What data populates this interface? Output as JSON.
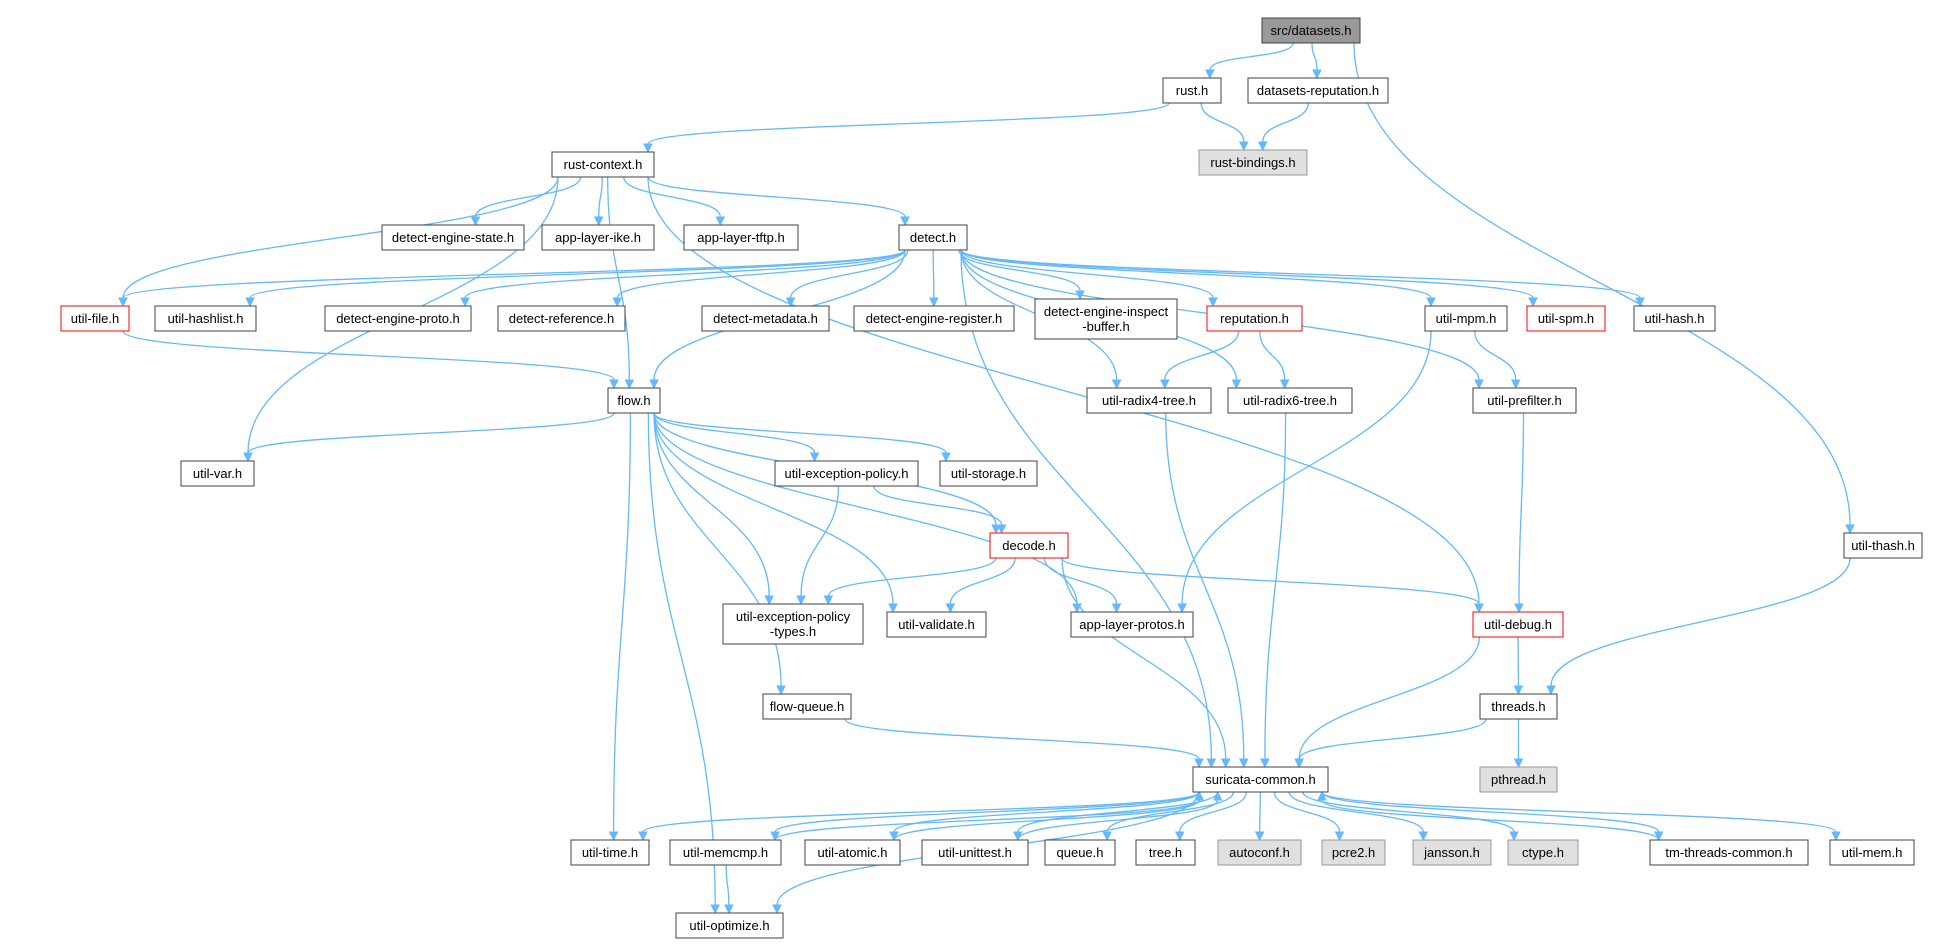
{
  "colors": {
    "edge": "#63b8ff",
    "node_fill": "#ffffff",
    "node_border": "#404040",
    "root_fill": "#999999",
    "truncated_border": "#ff0000",
    "external_fill": "#e0e0e0",
    "external_border": "#999999"
  },
  "graph": {
    "nodes": {
      "datasets": {
        "label": "src/datasets.h",
        "style": "root"
      },
      "rust": {
        "label": "rust.h",
        "style": "normal"
      },
      "dsrep": {
        "label": "datasets-reputation.h",
        "style": "normal"
      },
      "rustb": {
        "label": "rust-bindings.h",
        "style": "external"
      },
      "rustctx": {
        "label": "rust-context.h",
        "style": "normal"
      },
      "des": {
        "label": "detect-engine-state.h",
        "style": "normal"
      },
      "ike": {
        "label": "app-layer-ike.h",
        "style": "normal"
      },
      "tftp": {
        "label": "app-layer-tftp.h",
        "style": "normal"
      },
      "detect": {
        "label": "detect.h",
        "style": "normal"
      },
      "ufile": {
        "label": "util-file.h",
        "style": "truncated"
      },
      "uhashlist": {
        "label": "util-hashlist.h",
        "style": "normal"
      },
      "deproto": {
        "label": "detect-engine-proto.h",
        "style": "normal"
      },
      "dref": {
        "label": "detect-reference.h",
        "style": "normal"
      },
      "dmeta": {
        "label": "detect-metadata.h",
        "style": "normal"
      },
      "dreg": {
        "label": "detect-engine-register.h",
        "style": "normal"
      },
      "dinsp": {
        "label": "detect-engine-inspect\n-buffer.h",
        "style": "normal"
      },
      "repu": {
        "label": "reputation.h",
        "style": "truncated"
      },
      "umpm": {
        "label": "util-mpm.h",
        "style": "normal"
      },
      "uspm": {
        "label": "util-spm.h",
        "style": "truncated"
      },
      "uhash": {
        "label": "util-hash.h",
        "style": "normal"
      },
      "flow": {
        "label": "flow.h",
        "style": "normal"
      },
      "r4": {
        "label": "util-radix4-tree.h",
        "style": "normal"
      },
      "r6": {
        "label": "util-radix6-tree.h",
        "style": "normal"
      },
      "upref": {
        "label": "util-prefilter.h",
        "style": "normal"
      },
      "uvar": {
        "label": "util-var.h",
        "style": "normal"
      },
      "uexc": {
        "label": "util-exception-policy.h",
        "style": "normal"
      },
      "ustor": {
        "label": "util-storage.h",
        "style": "normal"
      },
      "decode": {
        "label": "decode.h",
        "style": "truncated"
      },
      "uthash": {
        "label": "util-thash.h",
        "style": "normal"
      },
      "uexct": {
        "label": "util-exception-policy\n-types.h",
        "style": "normal"
      },
      "uval": {
        "label": "util-validate.h",
        "style": "normal"
      },
      "alp": {
        "label": "app-layer-protos.h",
        "style": "normal"
      },
      "udebug": {
        "label": "util-debug.h",
        "style": "truncated"
      },
      "fq": {
        "label": "flow-queue.h",
        "style": "normal"
      },
      "threads": {
        "label": "threads.h",
        "style": "normal"
      },
      "sc": {
        "label": "suricata-common.h",
        "style": "normal"
      },
      "pthread": {
        "label": "pthread.h",
        "style": "external"
      },
      "utime": {
        "label": "util-time.h",
        "style": "normal"
      },
      "umemcmp": {
        "label": "util-memcmp.h",
        "style": "normal"
      },
      "uatomic": {
        "label": "util-atomic.h",
        "style": "normal"
      },
      "uunit": {
        "label": "util-unittest.h",
        "style": "normal"
      },
      "queue": {
        "label": "queue.h",
        "style": "normal"
      },
      "tree": {
        "label": "tree.h",
        "style": "normal"
      },
      "autoconf": {
        "label": "autoconf.h",
        "style": "external"
      },
      "pcre2": {
        "label": "pcre2.h",
        "style": "external"
      },
      "jansson": {
        "label": "jansson.h",
        "style": "external"
      },
      "ctype": {
        "label": "ctype.h",
        "style": "external"
      },
      "tmtc": {
        "label": "tm-threads-common.h",
        "style": "normal"
      },
      "umem": {
        "label": "util-mem.h",
        "style": "normal"
      },
      "uopt": {
        "label": "util-optimize.h",
        "style": "normal"
      }
    },
    "edges": [
      [
        "datasets",
        "rust"
      ],
      [
        "datasets",
        "dsrep"
      ],
      [
        "datasets",
        "uthash"
      ],
      [
        "rust",
        "rustb"
      ],
      [
        "rust",
        "rustctx"
      ],
      [
        "dsrep",
        "rustb"
      ],
      [
        "rustctx",
        "des"
      ],
      [
        "rustctx",
        "ike"
      ],
      [
        "rustctx",
        "tftp"
      ],
      [
        "rustctx",
        "detect"
      ],
      [
        "rustctx",
        "ufile"
      ],
      [
        "rustctx",
        "flow"
      ],
      [
        "rustctx",
        "uvar"
      ],
      [
        "rustctx",
        "udebug"
      ],
      [
        "detect",
        "ufile"
      ],
      [
        "detect",
        "uhashlist"
      ],
      [
        "detect",
        "deproto"
      ],
      [
        "detect",
        "dref"
      ],
      [
        "detect",
        "dmeta"
      ],
      [
        "detect",
        "dreg"
      ],
      [
        "detect",
        "dinsp"
      ],
      [
        "detect",
        "repu"
      ],
      [
        "detect",
        "umpm"
      ],
      [
        "detect",
        "uspm"
      ],
      [
        "detect",
        "uhash"
      ],
      [
        "detect",
        "flow"
      ],
      [
        "detect",
        "r4"
      ],
      [
        "detect",
        "r6"
      ],
      [
        "detect",
        "upref"
      ],
      [
        "detect",
        "sc"
      ],
      [
        "ufile",
        "flow"
      ],
      [
        "repu",
        "r4"
      ],
      [
        "repu",
        "r6"
      ],
      [
        "umpm",
        "upref"
      ],
      [
        "umpm",
        "alp"
      ],
      [
        "flow",
        "uvar"
      ],
      [
        "flow",
        "uexc"
      ],
      [
        "flow",
        "ustor"
      ],
      [
        "flow",
        "decode"
      ],
      [
        "flow",
        "uexct"
      ],
      [
        "flow",
        "uval"
      ],
      [
        "flow",
        "alp"
      ],
      [
        "flow",
        "fq"
      ],
      [
        "flow",
        "utime"
      ],
      [
        "flow",
        "uopt"
      ],
      [
        "r4",
        "sc"
      ],
      [
        "r6",
        "sc"
      ],
      [
        "upref",
        "udebug"
      ],
      [
        "uexc",
        "uexct"
      ],
      [
        "uexc",
        "decode"
      ],
      [
        "decode",
        "uexct"
      ],
      [
        "decode",
        "uval"
      ],
      [
        "decode",
        "alp"
      ],
      [
        "decode",
        "udebug"
      ],
      [
        "decode",
        "sc"
      ],
      [
        "uthash",
        "threads"
      ],
      [
        "udebug",
        "threads"
      ],
      [
        "udebug",
        "sc"
      ],
      [
        "fq",
        "sc"
      ],
      [
        "threads",
        "sc"
      ],
      [
        "threads",
        "pthread"
      ],
      [
        "sc",
        "utime"
      ],
      [
        "sc",
        "umemcmp"
      ],
      [
        "sc",
        "uatomic"
      ],
      [
        "sc",
        "uunit"
      ],
      [
        "sc",
        "queue"
      ],
      [
        "sc",
        "tree"
      ],
      [
        "sc",
        "autoconf"
      ],
      [
        "sc",
        "pcre2"
      ],
      [
        "sc",
        "jansson"
      ],
      [
        "sc",
        "ctype"
      ],
      [
        "sc",
        "tmtc"
      ],
      [
        "sc",
        "umem"
      ],
      [
        "sc",
        "uopt"
      ],
      [
        "umemcmp",
        "sc"
      ],
      [
        "umemcmp",
        "uopt"
      ],
      [
        "uatomic",
        "sc"
      ],
      [
        "uunit",
        "sc"
      ],
      [
        "tmtc",
        "sc"
      ]
    ]
  }
}
